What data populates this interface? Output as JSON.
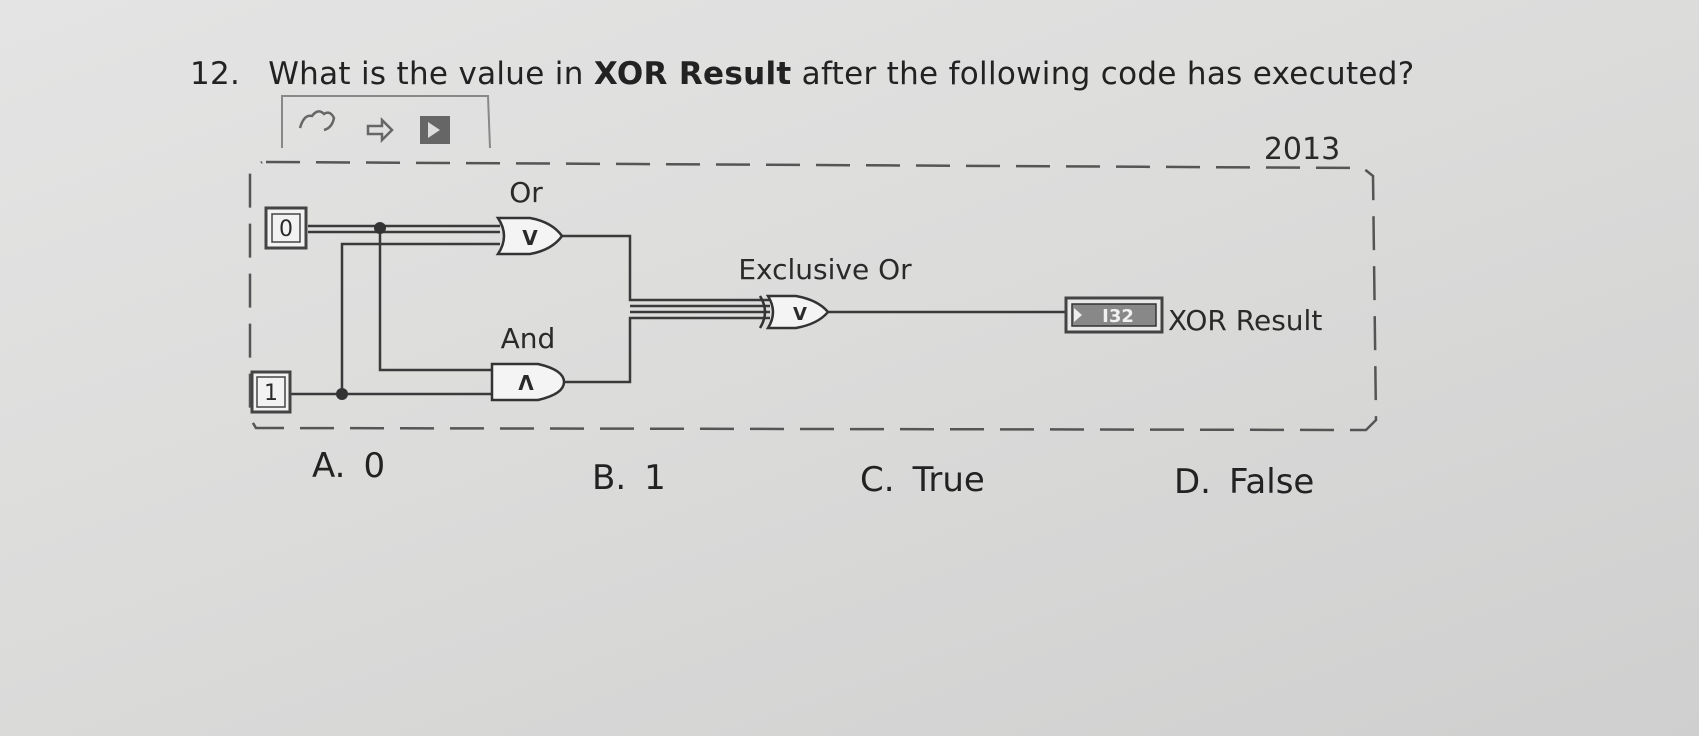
{
  "question": {
    "number": "12.",
    "text_before": "What is the value in",
    "text_bold": "XOR Result",
    "text_after": "after the following code has executed?"
  },
  "diagram": {
    "year": "2013",
    "const_top": "0",
    "const_bottom": "1",
    "or_label": "Or",
    "and_label": "And",
    "xor_label": "Exclusive Or",
    "indicator_type": "I32",
    "indicator_label": "XOR Result",
    "or_symbol": "V",
    "and_symbol": "Λ",
    "xor_symbol": "V"
  },
  "options": [
    {
      "letter": "A.",
      "text": "0"
    },
    {
      "letter": "B.",
      "text": "1"
    },
    {
      "letter": "C.",
      "text": "True"
    },
    {
      "letter": "D.",
      "text": "False"
    }
  ]
}
